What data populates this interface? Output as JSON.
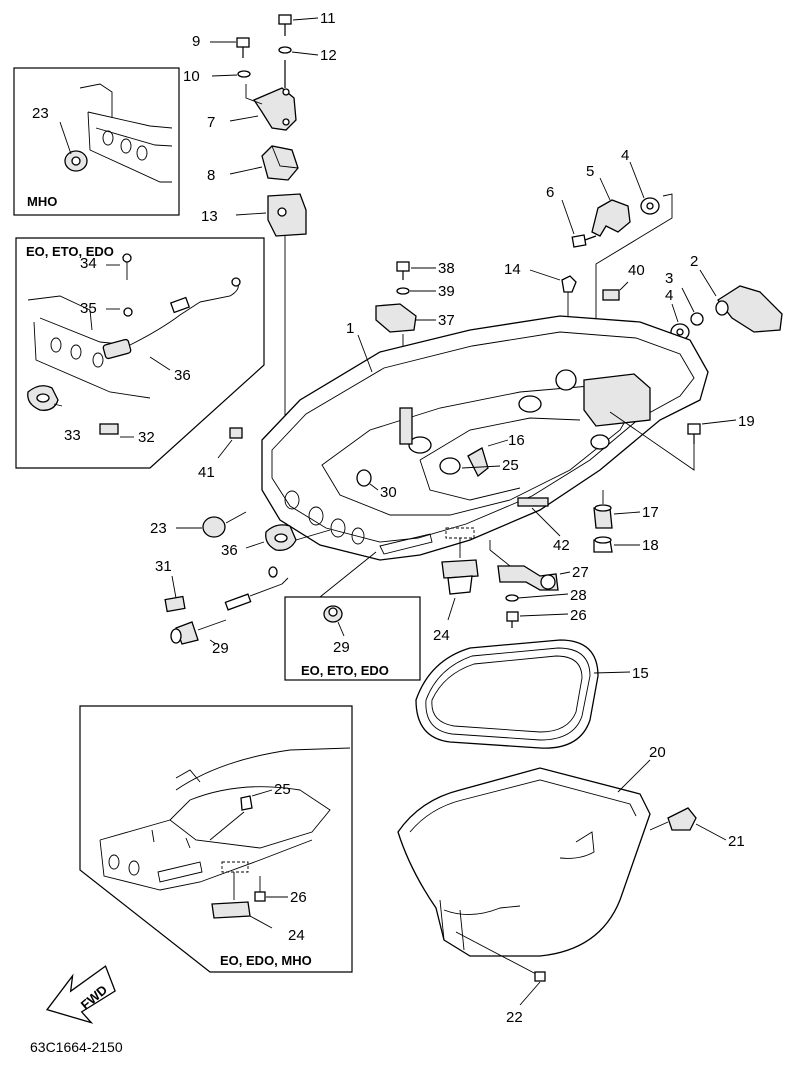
{
  "diagram": {
    "drawing_code": "63C1664-2150",
    "fwd_arrow_label": "FWD",
    "inset_captions": {
      "mho": "MHO",
      "eo_eto_edo": "EO, ETO, EDO",
      "eo_eto_edo_29": "EO, ETO, EDO",
      "eo_edo_mho": "EO, EDO, MHO"
    },
    "callouts": {
      "c1": "1",
      "c2": "2",
      "c3": "3",
      "c4a": "4",
      "c4b": "4",
      "c5": "5",
      "c6": "6",
      "c7": "7",
      "c8": "8",
      "c9": "9",
      "c10": "10",
      "c11": "11",
      "c12": "12",
      "c13": "13",
      "c14": "14",
      "c15": "15",
      "c16": "16",
      "c17": "17",
      "c18": "18",
      "c19": "19",
      "c20": "20",
      "c21": "21",
      "c22": "22",
      "c23_inset": "23",
      "c23_main": "23",
      "c24_main": "24",
      "c24_inset": "24",
      "c25_main": "25",
      "c25_inset": "25",
      "c26_main": "26",
      "c26_inset": "26",
      "c27": "27",
      "c28": "28",
      "c29_main": "29",
      "c29_inset": "29",
      "c30": "30",
      "c31": "31",
      "c32": "32",
      "c33": "33",
      "c34": "34",
      "c35": "35",
      "c36_inset": "36",
      "c36_main": "36",
      "c37": "37",
      "c38": "38",
      "c39": "39",
      "c40": "40",
      "c41": "41",
      "c42": "42"
    }
  }
}
